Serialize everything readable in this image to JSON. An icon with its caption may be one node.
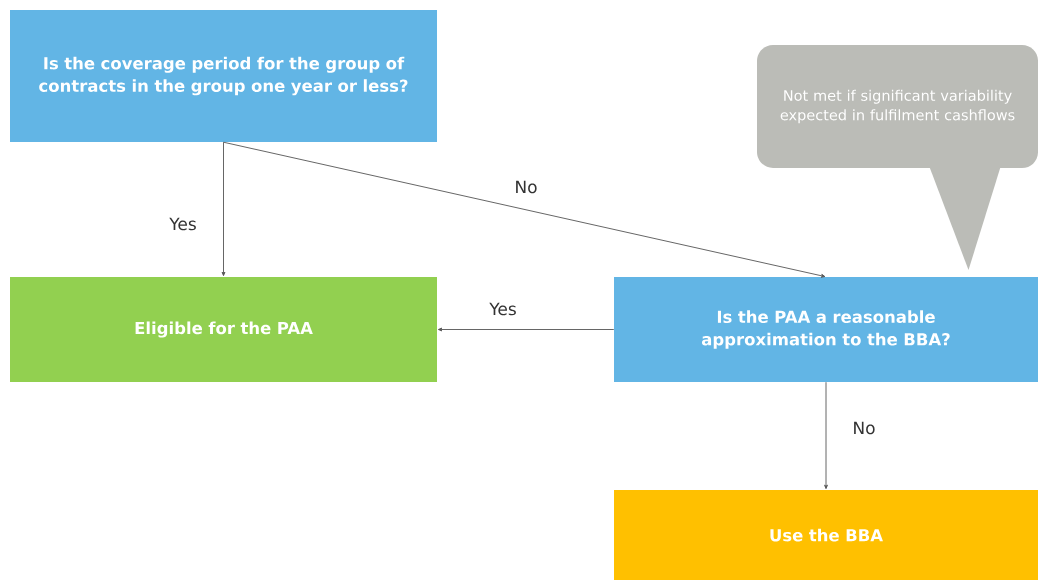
{
  "diagram": {
    "nodes": [
      {
        "text": [
          "Is the coverage period for the group of contracts in the group one year or less?"
        ]
      },
      {
        "text": [
          "Eligible for the PAA"
        ]
      },
      {
        "text": [
          "Is the PAA a reasonable approximation to the BBA?"
        ]
      },
      {
        "text": [
          "Use the BBA"
        ]
      },
      {
        "text": [
          "Not met if significant variability expected in fulfilment cashflows"
        ]
      }
    ],
    "edges": [
      {
        "from": 0,
        "to": 1,
        "arrow": "to",
        "label": "Yes"
      },
      {
        "from": 0,
        "to": 2,
        "arrow": "to",
        "label": "No"
      },
      {
        "from": 2,
        "to": 1,
        "arrow": "to",
        "label": "Yes"
      },
      {
        "from": 2,
        "to": 3,
        "arrow": "to",
        "label": "No"
      }
    ]
  }
}
